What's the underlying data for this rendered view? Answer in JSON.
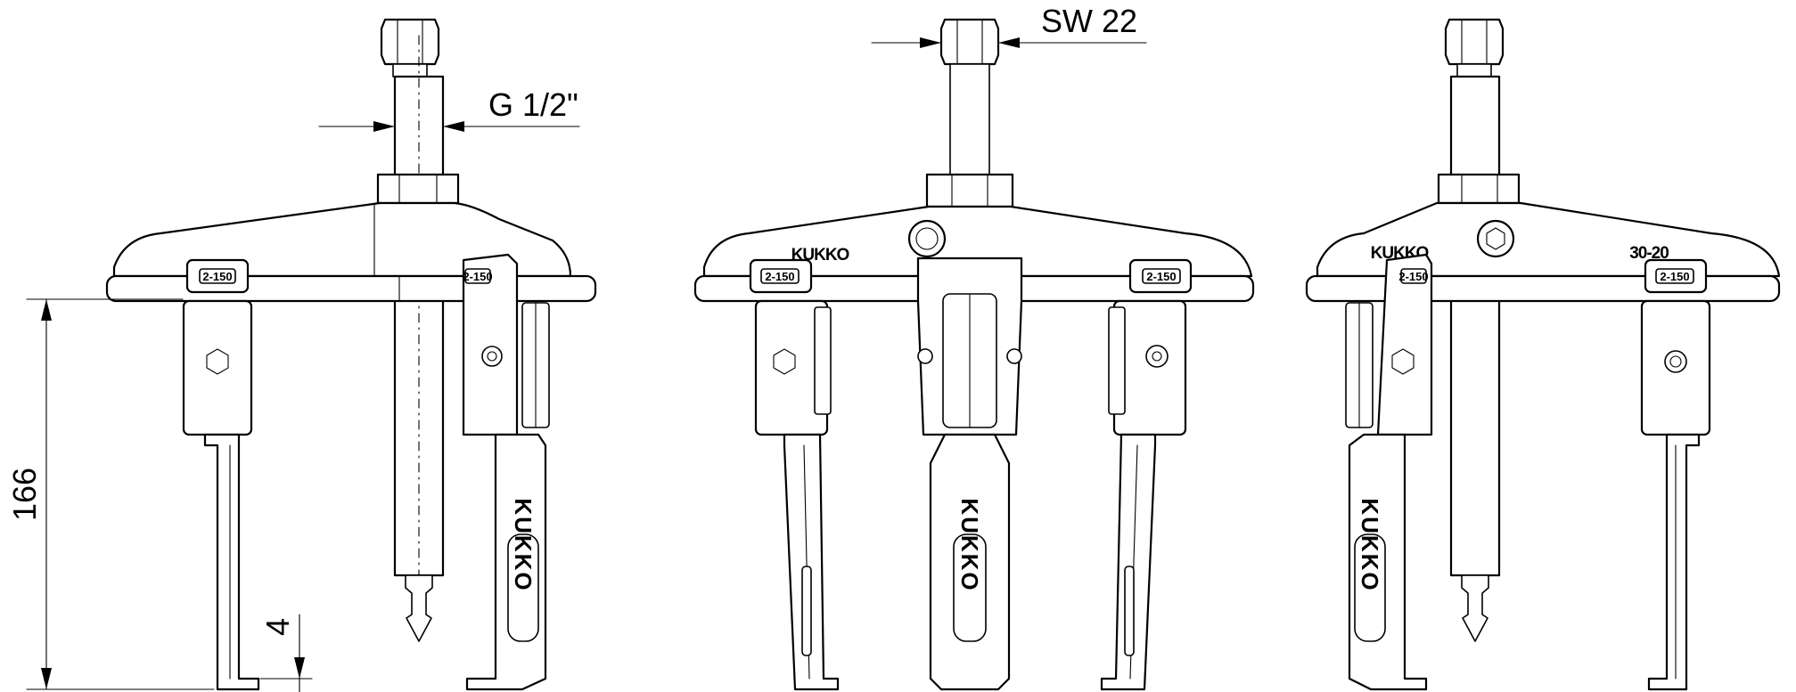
{
  "dimensions": {
    "height": "166",
    "foot": "4",
    "thread": "G 1/2\"",
    "wrench": "SW 22"
  },
  "labels": {
    "size_tag": "2-150",
    "brand_arm": "KUKKO",
    "brand_vertical": "KUKKO",
    "model": "30-20"
  },
  "colors": {
    "line": "#000000",
    "background": "#ffffff"
  }
}
